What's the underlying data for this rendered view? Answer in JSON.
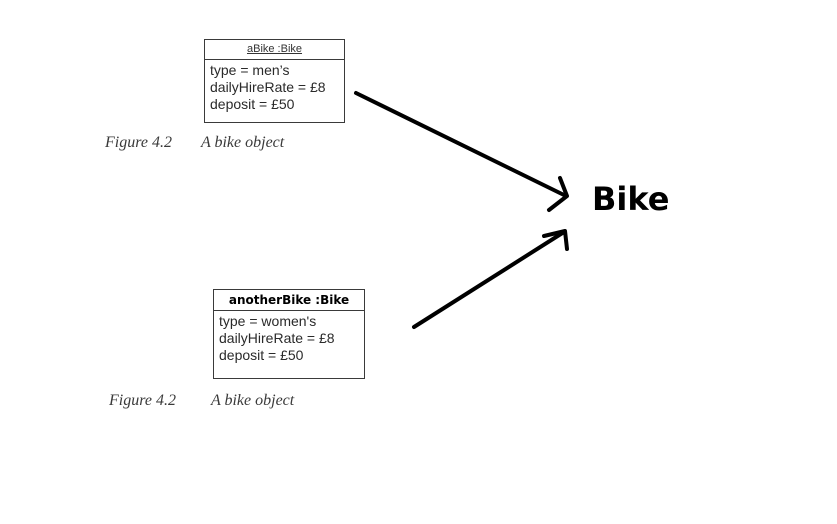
{
  "objects": [
    {
      "title": "aBike :Bike",
      "attributes": [
        "type = men’s",
        "dailyHireRate = £8",
        "deposit = £50"
      ]
    },
    {
      "title": "anotherBike :Bike",
      "attributes": [
        "type =  women's",
        "dailyHireRate = £8",
        "deposit = £50"
      ]
    }
  ],
  "captions": [
    {
      "number": "Figure 4.2",
      "text": "A bike object"
    },
    {
      "number": "Figure 4.2",
      "text": "A bike object"
    }
  ],
  "target": {
    "label": "Bike"
  },
  "colors": {
    "ink": "#000000",
    "box_border": "#3a3a3a"
  }
}
